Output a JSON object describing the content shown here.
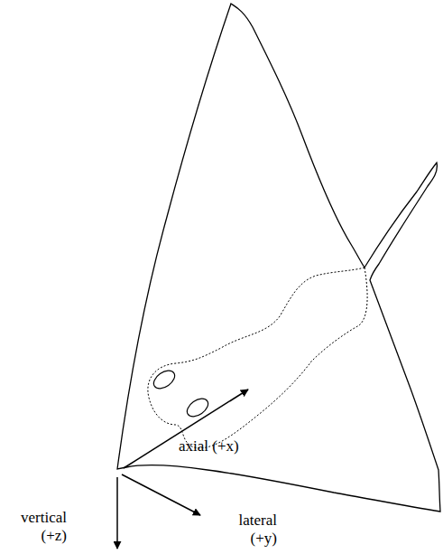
{
  "diagram": {
    "labels": [
      "axial (+x)",
      "vertical (+z)",
      "lateral (+y)"
    ]
  }
}
